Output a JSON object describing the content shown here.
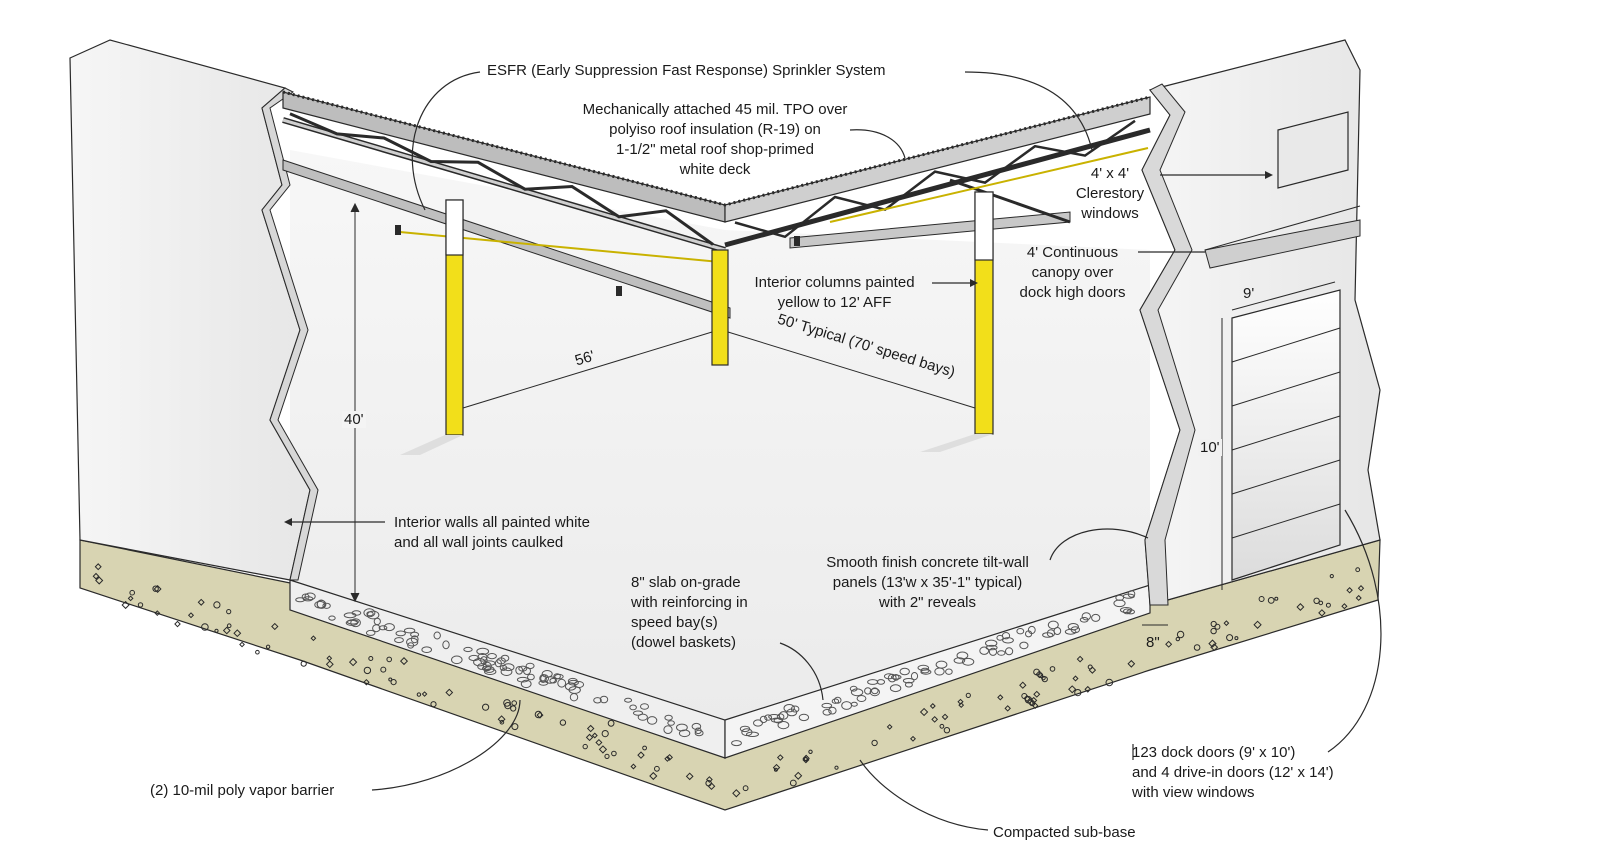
{
  "labels": {
    "esfr": "ESFR (Early Suppression Fast Response) Sprinkler System",
    "roof": [
      "Mechanically attached 45 mil. TPO over",
      "polyiso roof insulation (R-19) on",
      "1-1/2\" metal roof shop-primed",
      "white deck"
    ],
    "clerestory": [
      "4' x 4'",
      "Clerestory",
      "windows"
    ],
    "canopy": [
      "4' Continuous",
      "canopy over",
      "dock high doors"
    ],
    "columns": [
      "Interior columns painted",
      "yellow to 12' AFF"
    ],
    "walls": [
      "Interior walls all painted white",
      "and all wall joints caulked"
    ],
    "tilt_wall": [
      "Smooth finish concrete tilt-wall",
      "panels (13'w x 35'-1\" typical)",
      "with 2\" reveals"
    ],
    "slab": [
      "8\" slab on-grade",
      "with reinforcing in",
      "speed bay(s)",
      "(dowel baskets)"
    ],
    "vapor": "(2) 10-mil poly vapor barrier",
    "doors": [
      "123 dock doors (9' x 10')",
      "and 4 drive-in doors (12' x 14')",
      "with view windows"
    ],
    "subbase": "Compacted sub-base"
  },
  "dimensions": {
    "height": "40'",
    "bay_width": "56'",
    "typical": "50' Typical",
    "speed_bays": "(70' speed bays)",
    "door_width": "9'",
    "door_height": "10'",
    "wall_thickness": "8\""
  },
  "colors": {
    "line": "#2a2a2a",
    "wall_fill": "#f1f1f1",
    "wall_shade": "#d7d7d7",
    "column_yellow": "#f2df1a",
    "subbase": "#d8d4b2",
    "slab_edge": "#efefef"
  }
}
